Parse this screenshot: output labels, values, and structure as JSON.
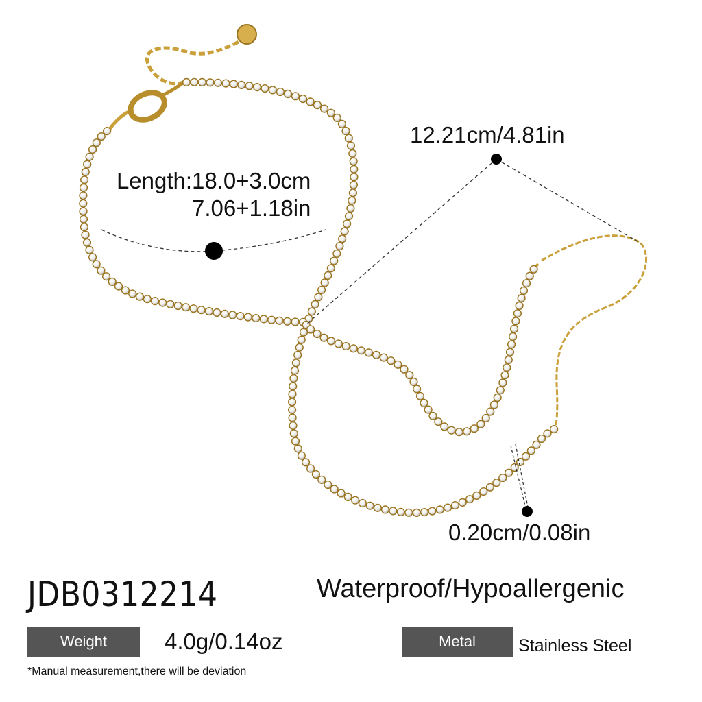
{
  "product": {
    "sku": "JDB0312214",
    "features": "Waterproof/Hypoallergenic",
    "illustration": "gold-tennis-chain-anklet-with-lobster-clasp-and-extender"
  },
  "measurements": {
    "length_cm": "Length:18.0+3.0cm",
    "length_in": "7.06+1.18in",
    "chain_length": "12.21cm/4.81in",
    "chain_width": "0.20cm/0.08in"
  },
  "specs": {
    "weight_label": "Weight",
    "weight_value": "4.0g/0.14oz",
    "metal_label": "Metal",
    "metal_value": "Stainless Steel"
  },
  "disclaimer": "*Manual measurement,there will be deviation",
  "colors": {
    "gold": "#c9a03a",
    "gold_dark": "#9a7420",
    "stone": "#f4f4f2",
    "tag_bg": "#555555",
    "text": "#111111"
  }
}
